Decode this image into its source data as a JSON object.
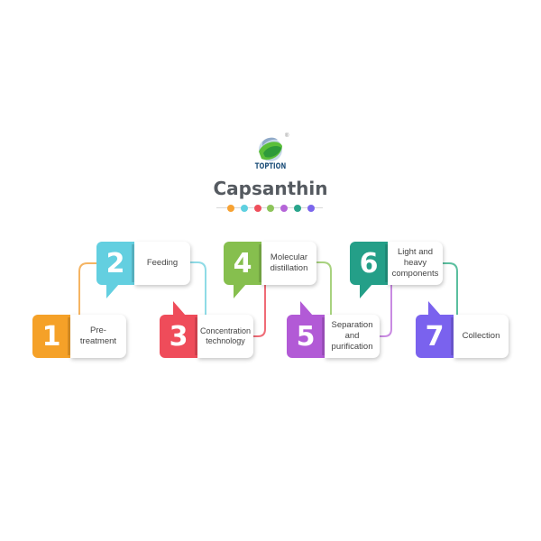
{
  "header": {
    "logo_text": "TOPTION",
    "logo_mark": "®",
    "title": "Capsanthin"
  },
  "dots": [
    "#f7a233",
    "#5fd0e0",
    "#ef4f5c",
    "#8dc45a",
    "#b565d8",
    "#2aa58c",
    "#7b66ec"
  ],
  "steps": [
    {
      "number": "1",
      "label": "Pre-\ntreatment",
      "color": "#f5a128"
    },
    {
      "number": "2",
      "label": "Feeding",
      "color": "#63cfe0"
    },
    {
      "number": "3",
      "label": "Concentration technology",
      "color": "#ef4c5a"
    },
    {
      "number": "4",
      "label": "Molecular distillation",
      "color": "#86bf4e"
    },
    {
      "number": "5",
      "label": "Separation and purification",
      "color": "#b25ad6"
    },
    {
      "number": "6",
      "label": "Light and heavy components",
      "color": "#249f88"
    },
    {
      "number": "7",
      "label": "Collection",
      "color": "#7a62ee"
    }
  ]
}
